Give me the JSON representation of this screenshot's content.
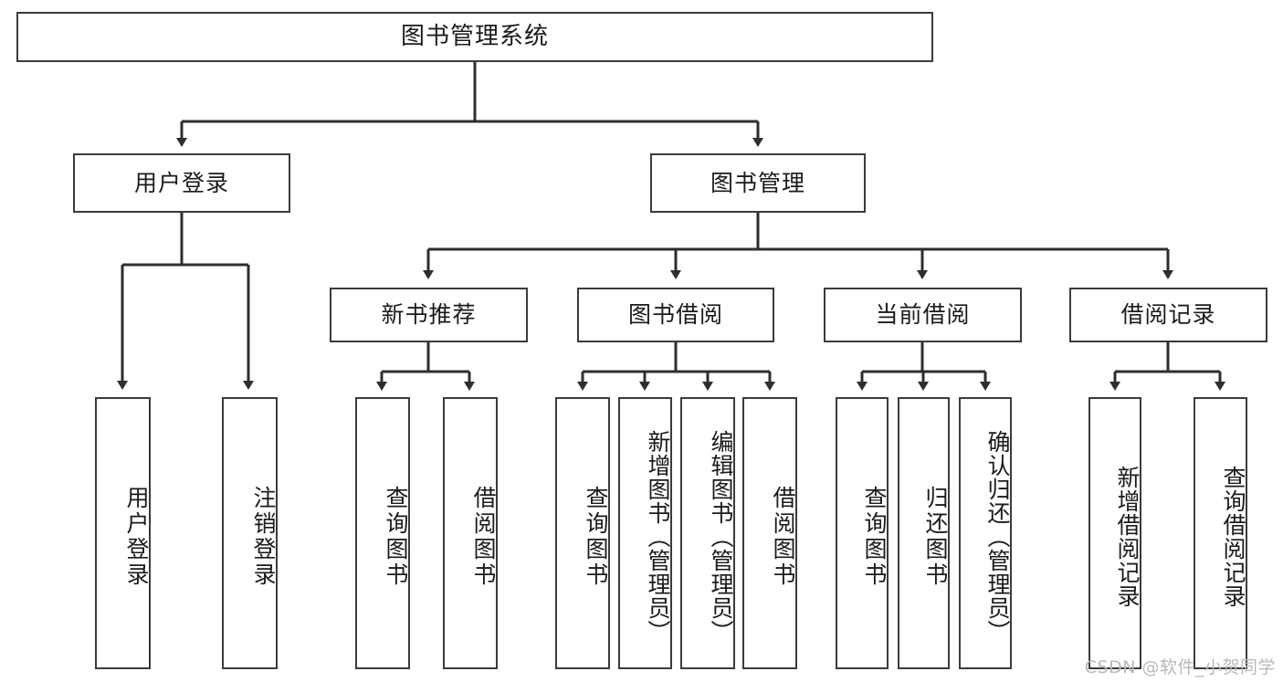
{
  "diagram": {
    "title": "图书管理系统",
    "type": "tree-hierarchy",
    "watermark": "CSDN @软件_小贺同学",
    "colors": {
      "box_border": "#3b3b3b",
      "box_fill": "#ffffff",
      "connector": "#2e2e2e",
      "text": "#1b1b1b",
      "watermark": "#b9b9b9"
    },
    "root": {
      "label": "图书管理系统"
    },
    "level2": [
      {
        "label": "用户登录"
      },
      {
        "label": "图书管理"
      }
    ],
    "level3": [
      {
        "label": "新书推荐"
      },
      {
        "label": "图书借阅"
      },
      {
        "label": "当前借阅"
      },
      {
        "label": "借阅记录"
      }
    ],
    "leaves": {
      "user_login": [
        {
          "label": "用户登录"
        },
        {
          "label": "注销登录"
        }
      ],
      "new_book_recommend": [
        {
          "label": "查询图书"
        },
        {
          "label": "借阅图书"
        }
      ],
      "book_borrow": [
        {
          "label": "查询图书"
        },
        {
          "label": "新增图书（管理员）"
        },
        {
          "label": "编辑图书（管理员）"
        },
        {
          "label": "借阅图书"
        }
      ],
      "current_borrow": [
        {
          "label": "查询图书"
        },
        {
          "label": "归还图书"
        },
        {
          "label": "确认归还（管理员）"
        }
      ],
      "borrow_record": [
        {
          "label": "新增借阅记录"
        },
        {
          "label": "查询借阅记录"
        }
      ]
    }
  }
}
